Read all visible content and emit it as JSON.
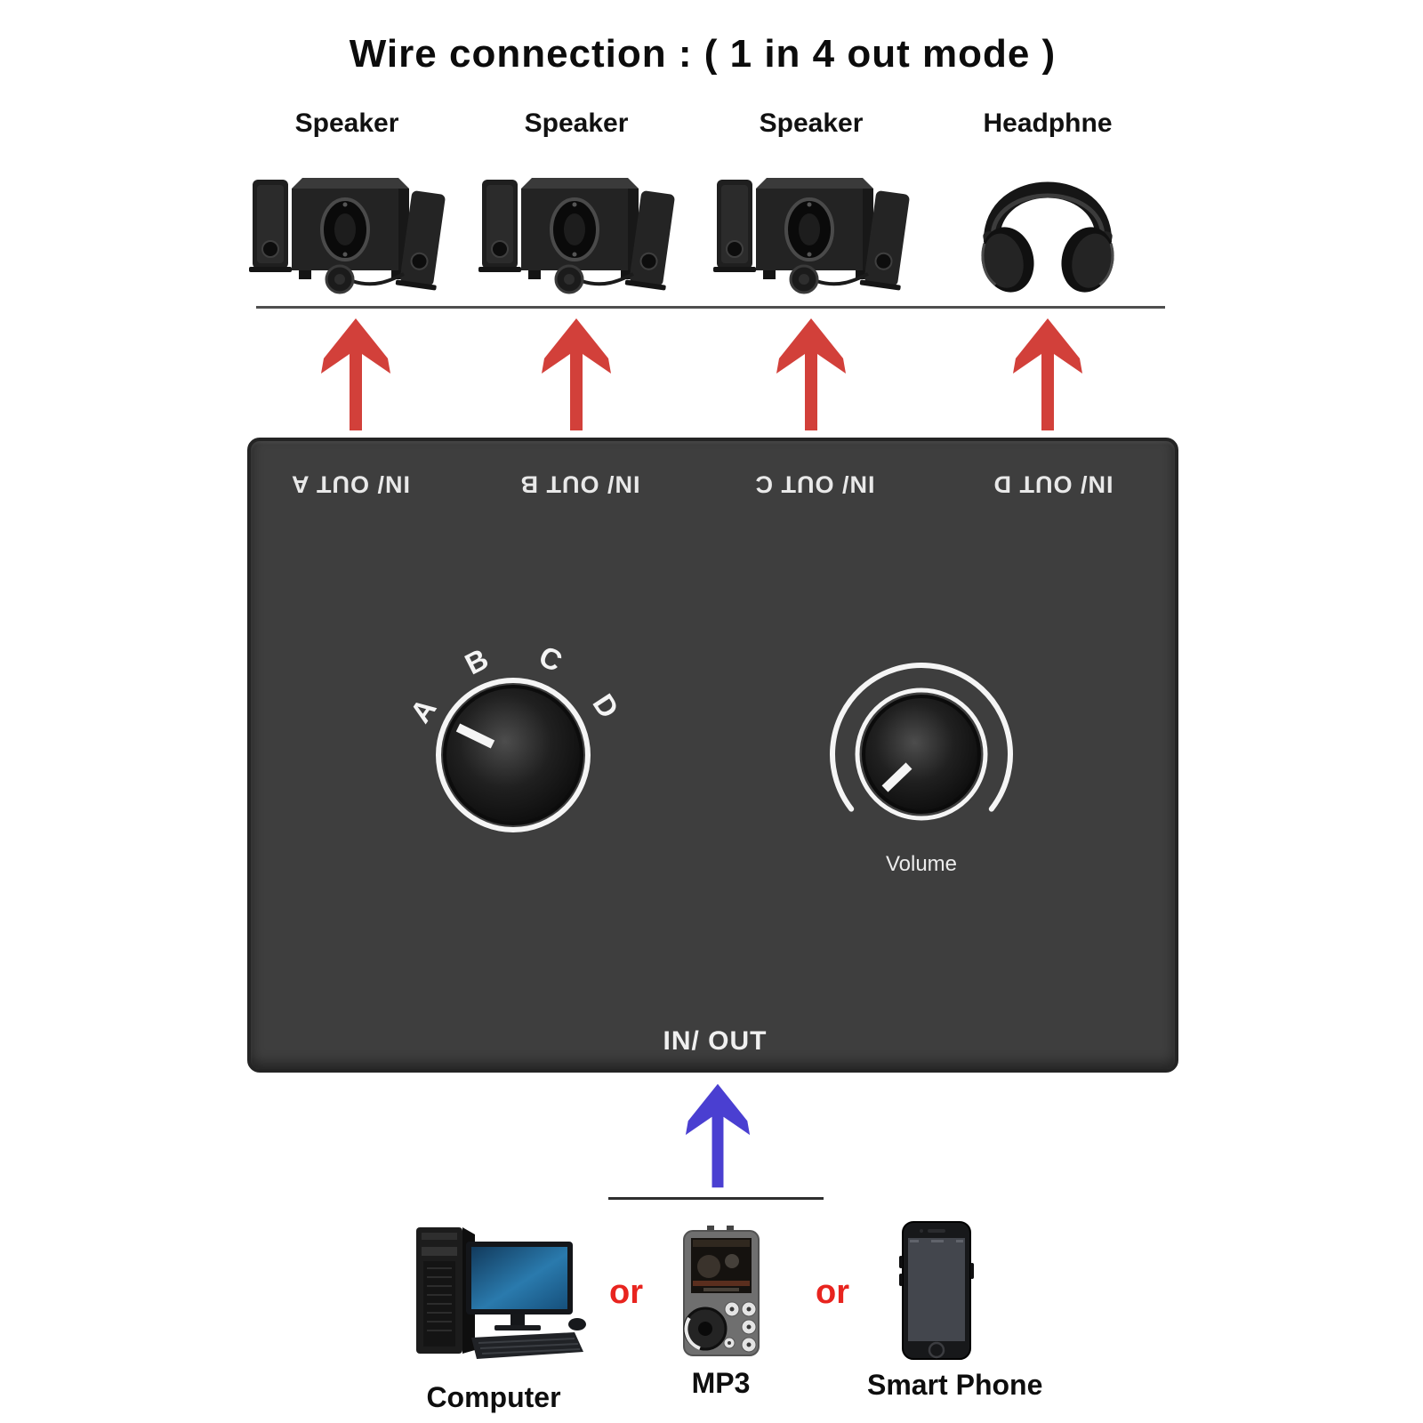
{
  "title": "Wire connection : ( 1 in 4 out mode )",
  "outputs": [
    {
      "label": "Speaker",
      "icon": "speaker-system"
    },
    {
      "label": "Speaker",
      "icon": "speaker-system"
    },
    {
      "label": "Speaker",
      "icon": "speaker-system"
    },
    {
      "label": "Headphne",
      "icon": "headphones"
    }
  ],
  "switch_box": {
    "ports": [
      "IN/ OUT A",
      "IN/ OUT B",
      "IN/ OUT C",
      "IN/ OUT D"
    ],
    "selector": {
      "positions": [
        "A",
        "B",
        "C",
        "D"
      ],
      "selected": "A"
    },
    "volume_label": "Volume",
    "bottom_port_label": "IN/ OUT"
  },
  "or_label": "or",
  "inputs": [
    {
      "label": "Computer",
      "icon": "desktop-computer"
    },
    {
      "label": "MP3",
      "icon": "mp3-player"
    },
    {
      "label": "Smart Phone",
      "icon": "smartphone"
    }
  ],
  "colors": {
    "output_arrow": "#d2403a",
    "input_arrow": "#4a3fd1",
    "or_text": "#e8241f",
    "box_background": "#3e3e3e"
  }
}
